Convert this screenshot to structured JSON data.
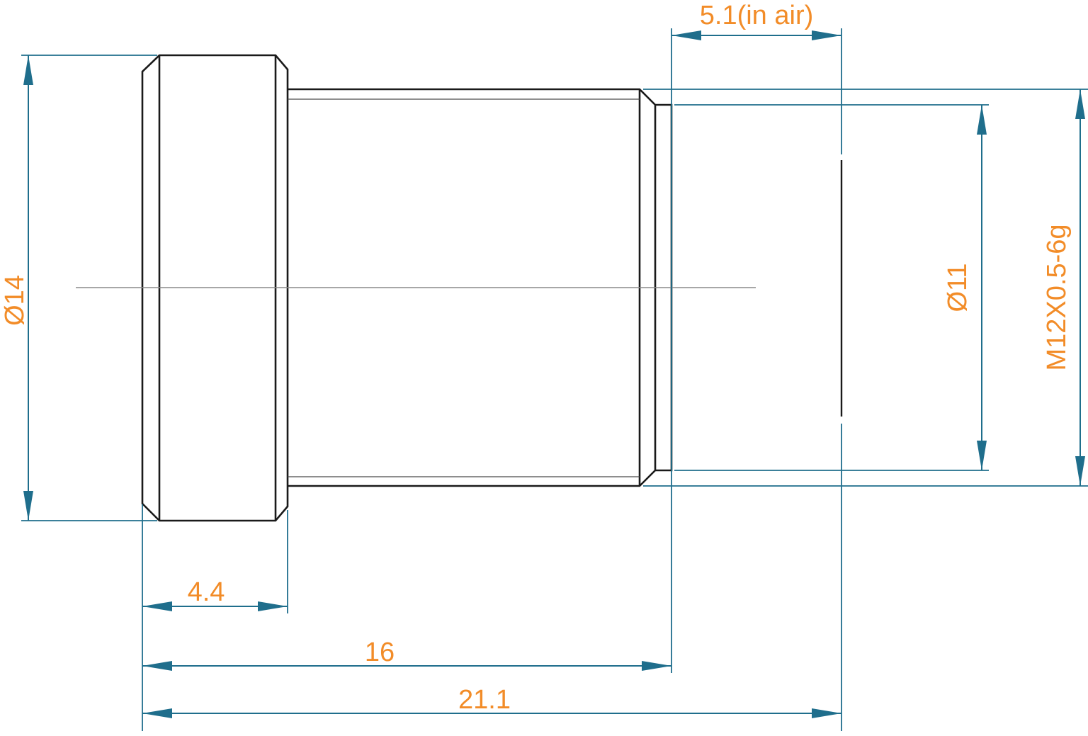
{
  "drawing": {
    "colors": {
      "dimension_line": "#1f6e8c",
      "dimension_text": "#f28c28",
      "part_outline": "#1a1a1a",
      "centerline": "#8a8a8a"
    },
    "dimensions": {
      "flange_diameter": "Ø14",
      "back_diameter": "Ø11",
      "thread": "M12X0.5-6g",
      "back_focal": "5.1(in air)",
      "flange_length": "4.4",
      "body_length": "16",
      "total_length": "21.1"
    }
  }
}
